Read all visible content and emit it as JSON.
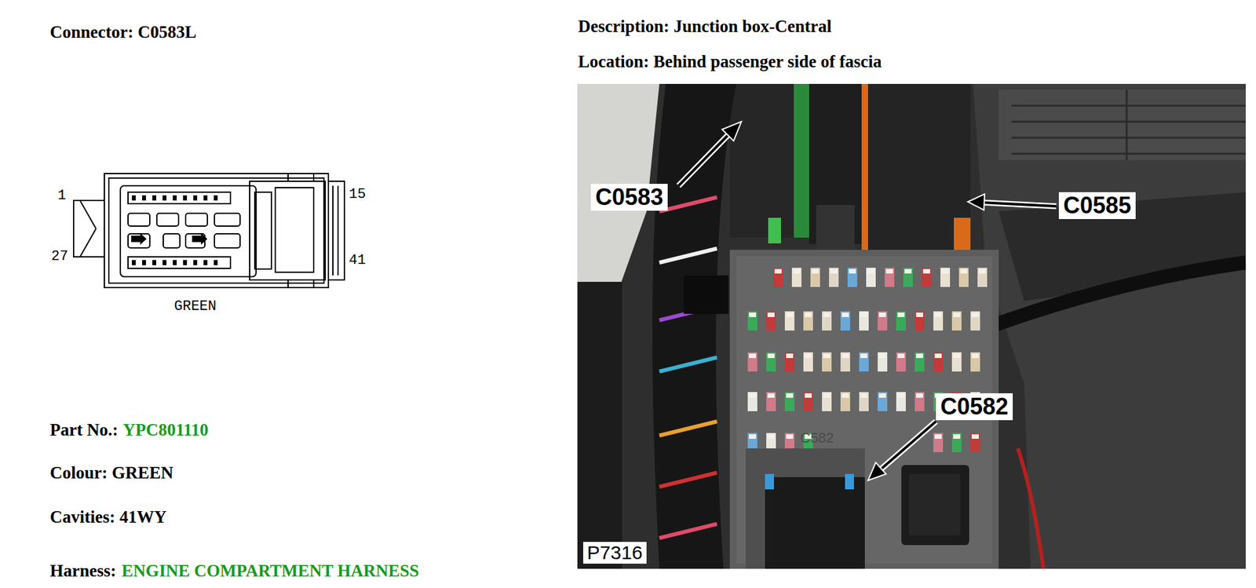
{
  "diagram": {
    "labels": [
      "Connector: C0583L",
      "Description: Junction box-Central",
      "Location: Behind passenger side of fascia",
      "1",
      "15",
      "27",
      "41",
      "GREEN",
      "Part No.:",
      "YPC801110",
      "Colour: GREEN",
      "Cavities: 41WY",
      "Harness:",
      "ENGINE COMPARTMENT HARNESS",
      "C0583",
      "C0585",
      "C0582",
      "C582",
      "P7316"
    ]
  }
}
